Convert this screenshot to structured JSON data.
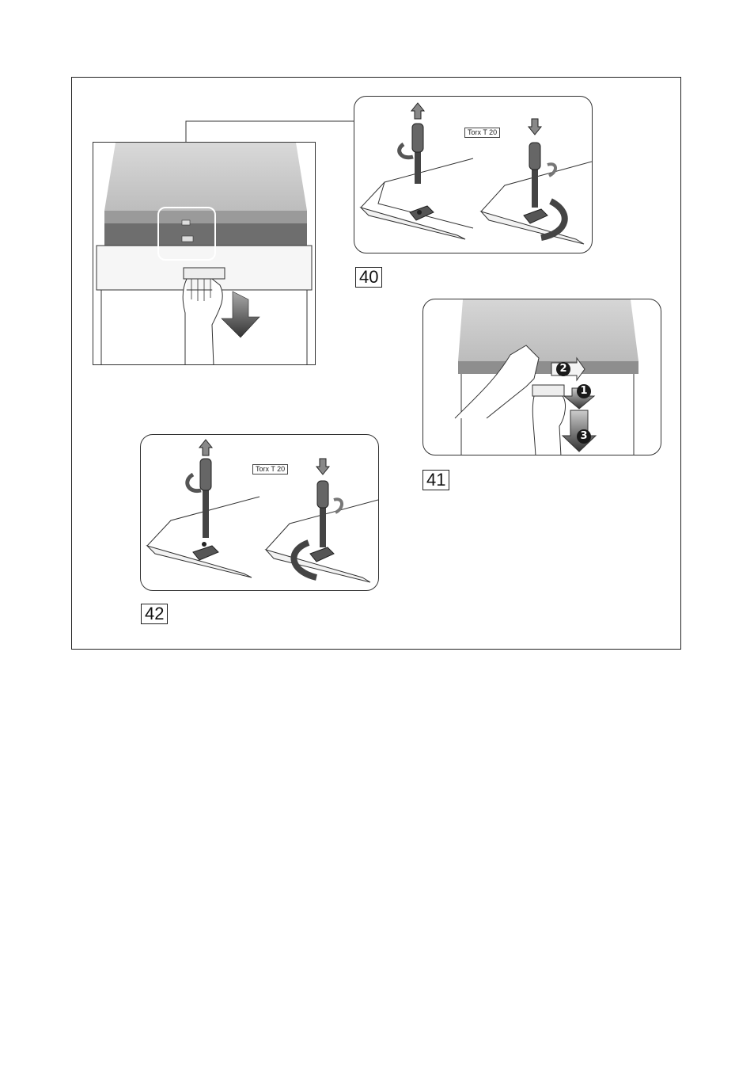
{
  "figures": {
    "fig40": {
      "label": "40",
      "tool_label": "Torx T 20"
    },
    "fig41": {
      "label": "41",
      "steps": [
        "2",
        "1",
        "3"
      ]
    },
    "fig42": {
      "label": "42",
      "tool_label": "Torx T 20"
    }
  },
  "colors": {
    "line": "#333333",
    "panel_gray": "#c8c8c8",
    "dark_gray": "#6a6a6a",
    "arrow_gray": "#555555"
  },
  "icons": [
    "screwdriver-icon",
    "rotate-arrow-icon",
    "up-arrow-icon",
    "down-arrow-icon",
    "hand-icon",
    "right-arrow-icon"
  ]
}
